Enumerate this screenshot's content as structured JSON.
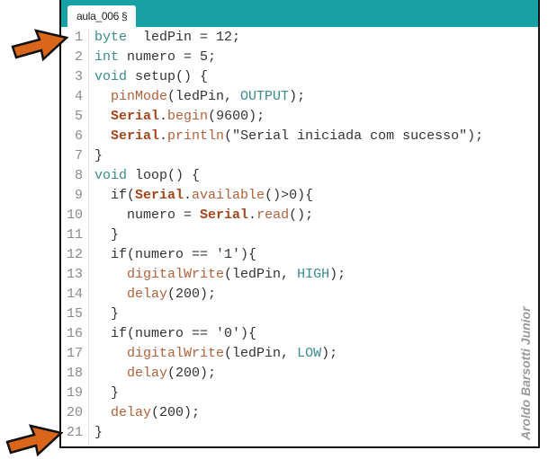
{
  "tab": {
    "label": "aula_006 §"
  },
  "colors": {
    "tabbar": "#17a1a5",
    "keyword": "#3a8c8e",
    "function": "#b0623a",
    "object": "#a2461b",
    "arrow": "#d9661a"
  },
  "code_lines": [
    {
      "n": "1",
      "tokens": [
        [
          "kw",
          "byte"
        ],
        [
          "",
          "  ledPin = 12;"
        ]
      ]
    },
    {
      "n": "2",
      "tokens": [
        [
          "kw",
          "int"
        ],
        [
          "",
          " numero = 5;"
        ]
      ]
    },
    {
      "n": "3",
      "tokens": [
        [
          "kw",
          "void"
        ],
        [
          "",
          " setup() {"
        ]
      ]
    },
    {
      "n": "4",
      "tokens": [
        [
          "",
          "  "
        ],
        [
          "fn",
          "pinMode"
        ],
        [
          "",
          "(ledPin, "
        ],
        [
          "const",
          "OUTPUT"
        ],
        [
          "",
          ");"
        ]
      ]
    },
    {
      "n": "5",
      "tokens": [
        [
          "",
          "  "
        ],
        [
          "obj",
          "Serial"
        ],
        [
          "",
          "."
        ],
        [
          "fn",
          "begin"
        ],
        [
          "",
          "(9600);"
        ]
      ]
    },
    {
      "n": "6",
      "tokens": [
        [
          "",
          "  "
        ],
        [
          "obj",
          "Serial"
        ],
        [
          "",
          "."
        ],
        [
          "fn",
          "println"
        ],
        [
          "",
          "(\"Serial iniciada com sucesso\");"
        ]
      ]
    },
    {
      "n": "7",
      "tokens": [
        [
          "",
          "}"
        ]
      ]
    },
    {
      "n": "8",
      "tokens": [
        [
          "kw",
          "void"
        ],
        [
          "",
          " loop() {"
        ]
      ]
    },
    {
      "n": "9",
      "tokens": [
        [
          "",
          "  if("
        ],
        [
          "obj",
          "Serial"
        ],
        [
          "",
          "."
        ],
        [
          "fn",
          "available"
        ],
        [
          "",
          "()>0){"
        ]
      ]
    },
    {
      "n": "10",
      "tokens": [
        [
          "",
          "    numero = "
        ],
        [
          "obj",
          "Serial"
        ],
        [
          "",
          "."
        ],
        [
          "fn",
          "read"
        ],
        [
          "",
          "();"
        ]
      ]
    },
    {
      "n": "11",
      "tokens": [
        [
          "",
          "  }"
        ]
      ]
    },
    {
      "n": "12",
      "tokens": [
        [
          "",
          "  if(numero == '1'){"
        ]
      ]
    },
    {
      "n": "13",
      "tokens": [
        [
          "",
          "    "
        ],
        [
          "fn",
          "digitalWrite"
        ],
        [
          "",
          "(ledPin, "
        ],
        [
          "const",
          "HIGH"
        ],
        [
          "",
          ");"
        ]
      ]
    },
    {
      "n": "14",
      "tokens": [
        [
          "",
          "    "
        ],
        [
          "fn",
          "delay"
        ],
        [
          "",
          "(200);"
        ]
      ]
    },
    {
      "n": "15",
      "tokens": [
        [
          "",
          "  }"
        ]
      ]
    },
    {
      "n": "16",
      "tokens": [
        [
          "",
          "  if(numero == '0'){"
        ]
      ]
    },
    {
      "n": "17",
      "tokens": [
        [
          "",
          "    "
        ],
        [
          "fn",
          "digitalWrite"
        ],
        [
          "",
          "(ledPin, "
        ],
        [
          "const",
          "LOW"
        ],
        [
          "",
          ");"
        ]
      ]
    },
    {
      "n": "18",
      "tokens": [
        [
          "",
          "    "
        ],
        [
          "fn",
          "delay"
        ],
        [
          "",
          "(200);"
        ]
      ]
    },
    {
      "n": "19",
      "tokens": [
        [
          "",
          "  }"
        ]
      ]
    },
    {
      "n": "20",
      "tokens": [
        [
          "",
          "  "
        ],
        [
          "fn",
          "delay"
        ],
        [
          "",
          "(200);"
        ]
      ]
    },
    {
      "n": "21",
      "tokens": [
        [
          "",
          "}"
        ]
      ]
    }
  ],
  "watermark": "Aroldo Barsotti Junior"
}
